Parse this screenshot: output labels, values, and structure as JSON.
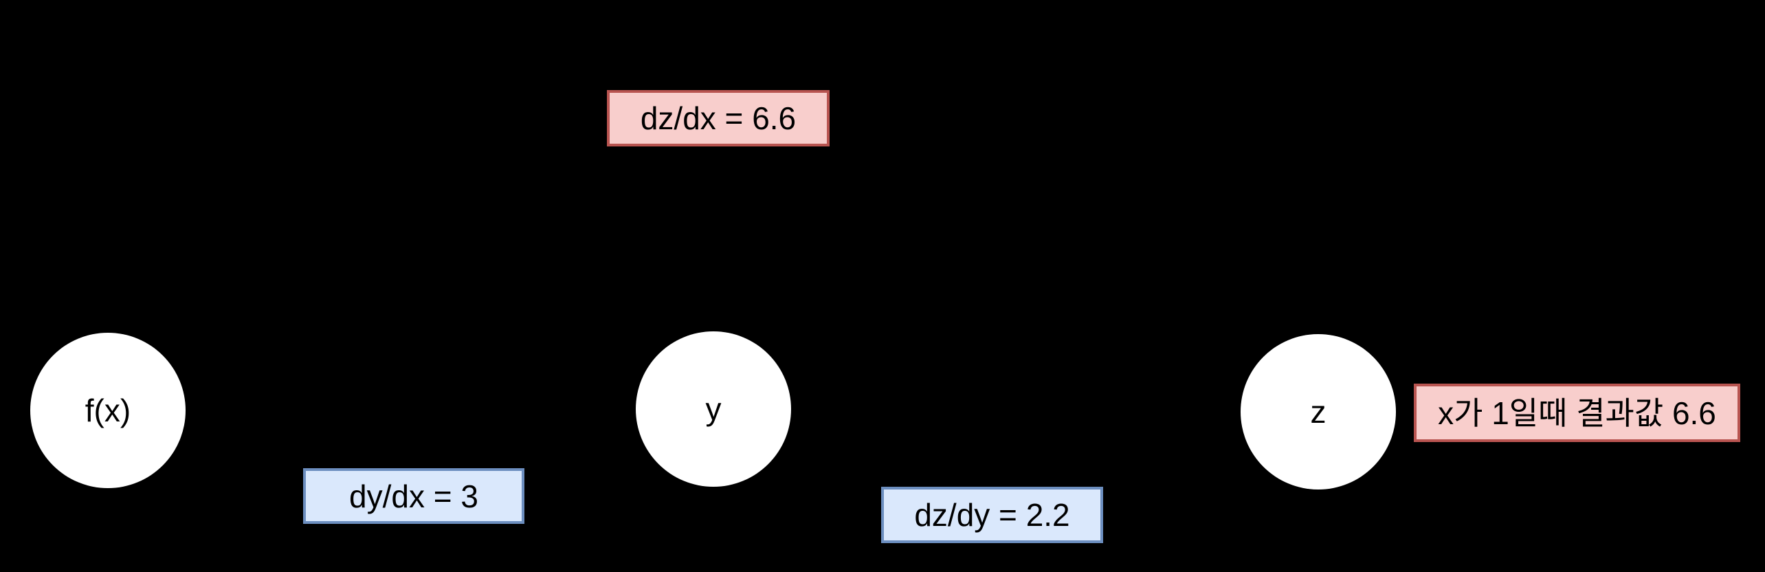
{
  "diagram": {
    "type": "computational-graph",
    "background_color": "#000000",
    "nodes": [
      {
        "id": "fx",
        "label": "f(x)",
        "shape": "circle",
        "fill": "#ffffff"
      },
      {
        "id": "y",
        "label": "y",
        "shape": "circle",
        "fill": "#ffffff"
      },
      {
        "id": "z",
        "label": "z",
        "shape": "circle",
        "fill": "#ffffff"
      }
    ],
    "labels": [
      {
        "id": "dz-dx",
        "text": "dz/dx = 6.6",
        "style": "red"
      },
      {
        "id": "dy-dx",
        "text": "dy/dx = 3",
        "style": "blue"
      },
      {
        "id": "dz-dy",
        "text": "dz/dy = 2.2",
        "style": "blue"
      },
      {
        "id": "result",
        "text": "x가 1일때 결과값 6.6",
        "style": "red"
      }
    ],
    "colors": {
      "red_fill": "#f8cecc",
      "red_border": "#b85450",
      "blue_fill": "#dae8fc",
      "blue_border": "#6c8ebf",
      "node_fill": "#ffffff",
      "text": "#000000"
    }
  }
}
